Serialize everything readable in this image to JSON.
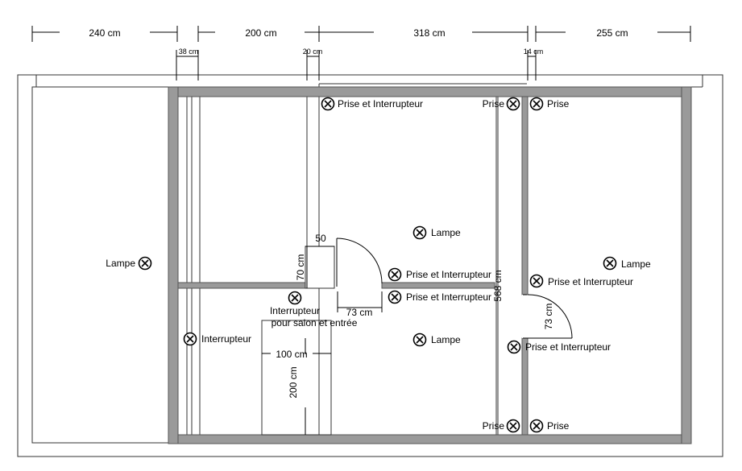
{
  "dimensions": {
    "top_240": "240 cm",
    "top_200": "200 cm",
    "top_318": "318 cm",
    "top_255": "255 cm",
    "w38": "38 cm",
    "w20": "20 cm",
    "w14": "14 cm",
    "d50": "50",
    "d70": "70 cm",
    "d73h": "73 cm",
    "d73v": "73 cm",
    "d100": "100 cm",
    "d200v": "200 cm",
    "d568": "568 cm"
  },
  "symbols": {
    "lampe_left": "Lampe",
    "prise_int_top": "Prise et Interrupteur",
    "prise_top_l": "Prise",
    "prise_top_r": "Prise",
    "lampe_center_top": "Lampe",
    "prise_int_mid1": "Prise et Interrupteur",
    "prise_int_mid2": "Prise et Interrupteur",
    "lampe_right": "Lampe",
    "prise_int_right": "Prise et Interrupteur",
    "interrupteur_salon_1": "Interrupteur",
    "interrupteur_salon_2": "pour salon et entrée",
    "interrupteur_left": "Interrupteur",
    "lampe_center_bottom": "Lampe",
    "prise_int_right_low": "Prise et Interrupteur",
    "prise_bot_l": "Prise",
    "prise_bot_r": "Prise"
  },
  "colors": {
    "wall_fill": "#9a9a9a",
    "wall_stroke": "#555555",
    "line": "#000000"
  }
}
